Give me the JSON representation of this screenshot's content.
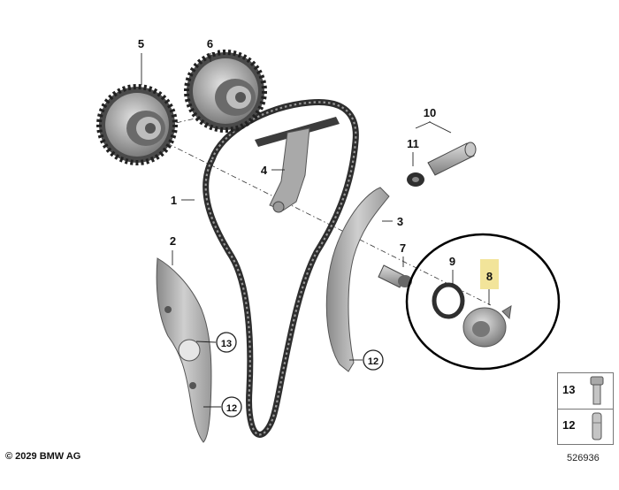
{
  "parts": [
    {
      "number": "1",
      "highlighted": false
    },
    {
      "number": "2",
      "highlighted": false
    },
    {
      "number": "3",
      "highlighted": false
    },
    {
      "number": "4",
      "highlighted": false
    },
    {
      "number": "5",
      "highlighted": false
    },
    {
      "number": "6",
      "highlighted": false
    },
    {
      "number": "7",
      "highlighted": false
    },
    {
      "number": "8",
      "highlighted": true
    },
    {
      "number": "9",
      "highlighted": false
    },
    {
      "number": "10",
      "highlighted": false
    },
    {
      "number": "11",
      "highlighted": false
    }
  ],
  "circled_refs": {
    "rail_upper": "13",
    "rail_lower": "12",
    "tensioner_rail": "12"
  },
  "legend": [
    {
      "number": "13",
      "item": "bolt"
    },
    {
      "number": "12",
      "item": "pin"
    }
  ],
  "copyright": "© 2029 BMW AG",
  "document_number": "526936",
  "colors": {
    "highlight": "#f2e49a",
    "part_fill": "#b9b9b9",
    "part_dark": "#5d5d5d",
    "chain": "#2e2e2e",
    "ellipse": "#000000"
  }
}
